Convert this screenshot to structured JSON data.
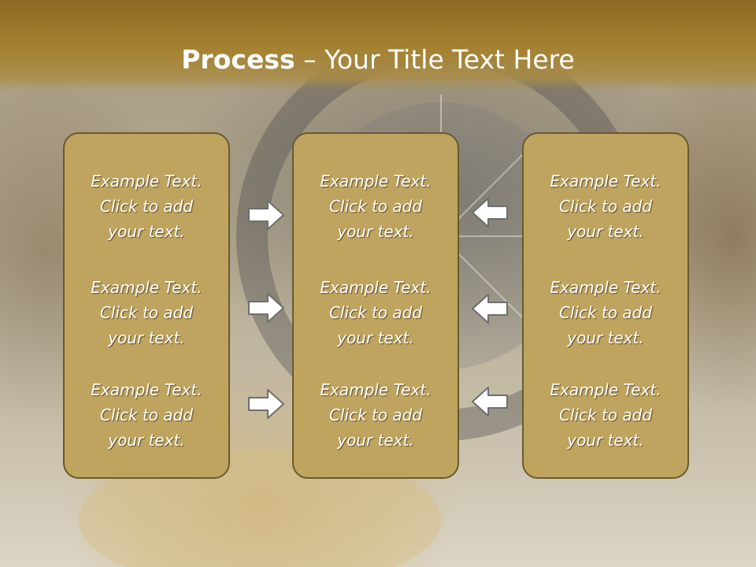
{
  "slide": {
    "title_bold": "Process",
    "title_rest": " – Your Title Text Here",
    "columns": [
      {
        "blocks": [
          [
            "Example Text.",
            "Click  to add",
            "your text."
          ],
          [
            "Example Text.",
            "Click  to add",
            "your text."
          ],
          [
            "Example Text.",
            "Click  to add",
            "your text."
          ]
        ]
      },
      {
        "blocks": [
          [
            "Example Text.",
            "Click  to add",
            "your text."
          ],
          [
            "Example Text.",
            "Click  to add",
            "your text."
          ],
          [
            "Example Text.",
            "Click  to add",
            "your text."
          ]
        ]
      },
      {
        "blocks": [
          [
            "Example Text.",
            "Click  to add",
            "your text."
          ],
          [
            "Example Text.",
            "Click  to add",
            "your text."
          ],
          [
            "Example Text.",
            "Click  to add",
            "your text."
          ]
        ]
      }
    ]
  },
  "colors": {
    "panel": "#bfa45f",
    "panel_border": "#6b5a2e",
    "title_band": "#a58232",
    "arrow": "#ffffff"
  },
  "icons": {
    "left_arrows": "right-arrow-icon",
    "right_arrows": "left-arrow-icon"
  }
}
